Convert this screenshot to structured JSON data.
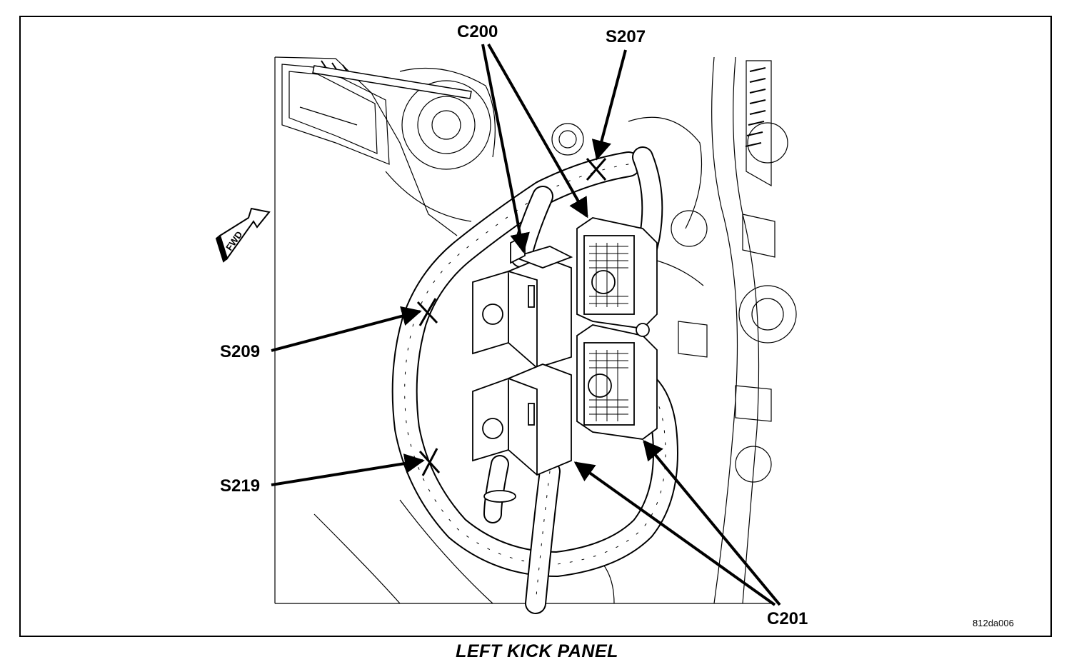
{
  "diagram": {
    "caption": "LEFT KICK PANEL",
    "figure_id": "812da006",
    "direction_marker": "FWD",
    "callouts": {
      "c200": "C200",
      "s207": "S207",
      "s209": "S209",
      "s219": "S219",
      "c201": "C201"
    }
  },
  "colors": {
    "line": "#000000",
    "background": "#ffffff"
  }
}
